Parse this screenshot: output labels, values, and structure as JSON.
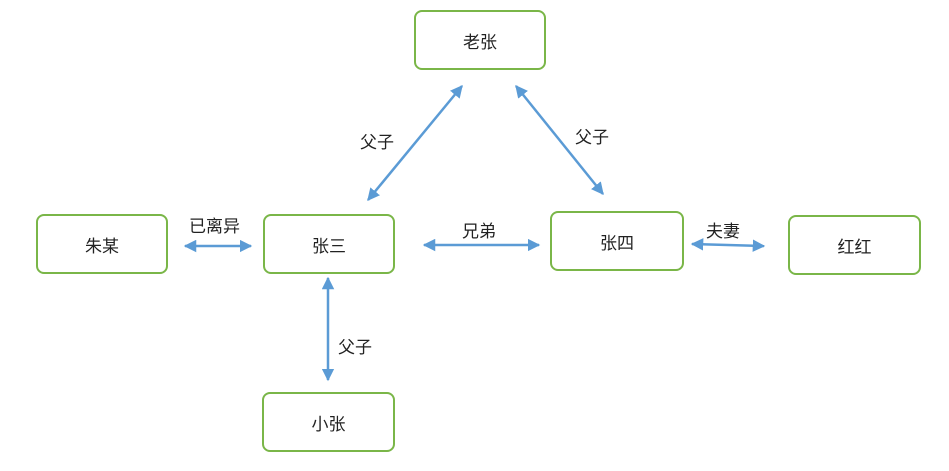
{
  "nodes": {
    "lao_zhang": "老张",
    "zhang_san": "张三",
    "zhang_si": "张四",
    "zhu_mou": "朱某",
    "hong_hong": "红红",
    "xiao_zhang": "小张"
  },
  "relations": {
    "laozhang_zhangsan": "父子",
    "laozhang_zhangsi": "父子",
    "zhumou_zhangsan": "已离异",
    "zhangsan_zhangsi": "兄弟",
    "zhangsi_honghong": "夫妻",
    "zhangsan_xiaozhang": "父子"
  },
  "colors": {
    "node_border": "#7ab648",
    "arrow": "#5b9bd5"
  }
}
